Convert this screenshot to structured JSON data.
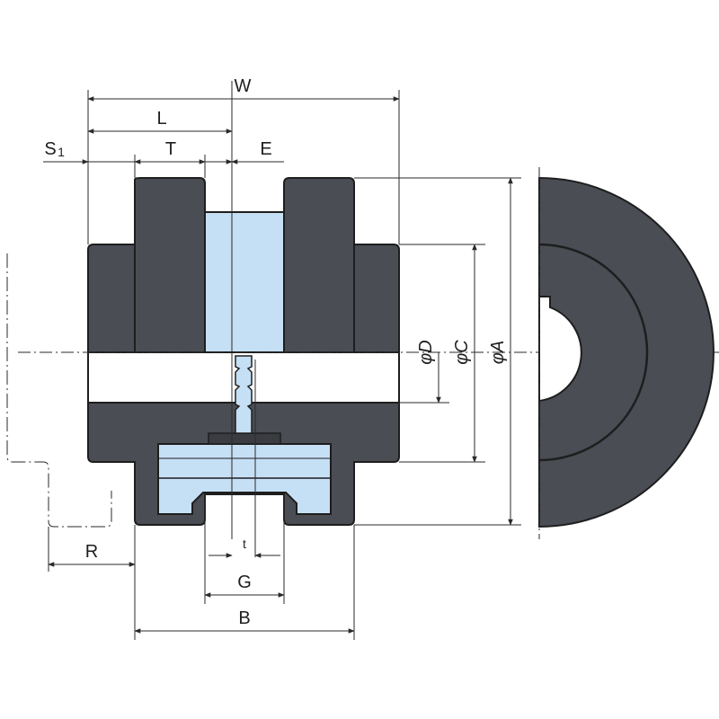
{
  "labels": {
    "W": "W",
    "L": "L",
    "S": "S",
    "S_sub": "1",
    "T": "T",
    "E": "E",
    "D": "φD",
    "C": "φC",
    "A": "φA",
    "R": "R",
    "t": "t",
    "G": "G",
    "B": "B"
  },
  "colors": {
    "body": "#4a4d54",
    "outline": "#1e1e1e",
    "insert": "#c5dff5",
    "white": "#ffffff",
    "line": "#2a2a2a"
  }
}
